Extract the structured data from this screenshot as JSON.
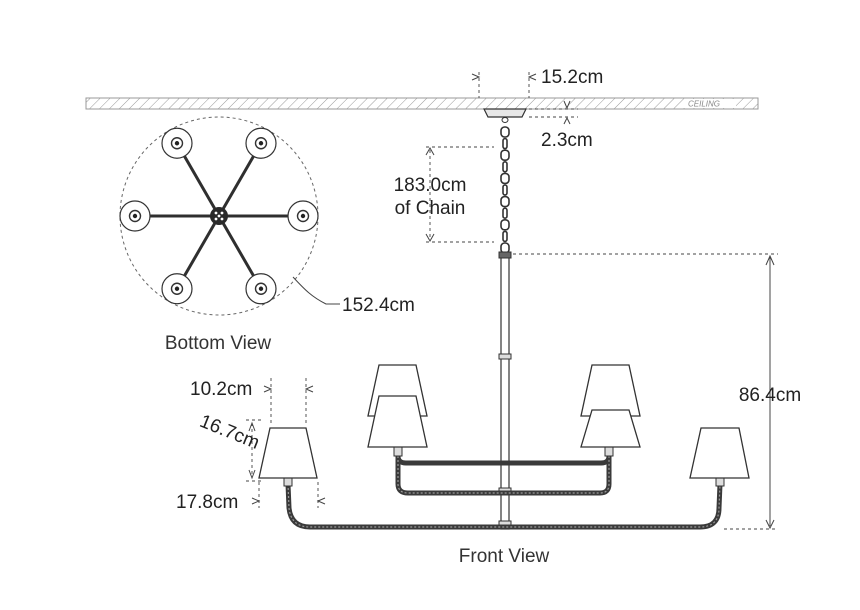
{
  "ceiling": {
    "label": "CEILING"
  },
  "dimensions": {
    "canopy_width": "15.2cm",
    "canopy_height": "2.3cm",
    "chain_length": "183.0cm",
    "chain_suffix": "of Chain",
    "bottom_diameter": "152.4cm",
    "overall_height": "86.4cm",
    "shade_top": "10.2cm",
    "shade_height": "16.7cm",
    "shade_bottom": "17.8cm"
  },
  "captions": {
    "bottom_view": "Bottom View",
    "front_view": "Front View"
  },
  "colors": {
    "line": "#333333",
    "arm": "#3a3a3a",
    "hatch": "#999999"
  }
}
